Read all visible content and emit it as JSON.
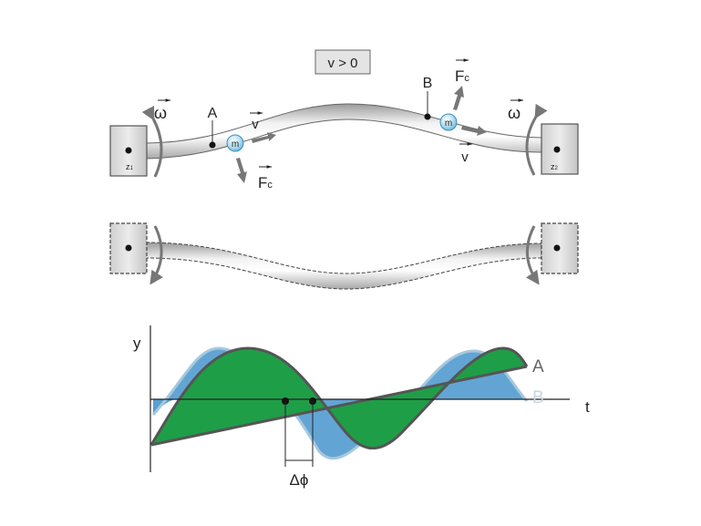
{
  "condition": "v > 0",
  "forces": {
    "coriolis": "F",
    "coriolis_sub": "c"
  },
  "rotation": {
    "omega": "ω"
  },
  "velocity": {
    "symbol": "v"
  },
  "mass": {
    "symbol": "m"
  },
  "points": {
    "a": "A",
    "b": "B"
  },
  "sensors": {
    "z1": "z",
    "z1_sub": "1",
    "z2": "z",
    "z2_sub": "2"
  },
  "graph": {
    "y_axis": "y",
    "t_axis": "t",
    "curve_a": "A",
    "curve_b": "B",
    "phase_shift": "Δϕ",
    "colors": {
      "a": "#1f9e48",
      "b": "#5aa0d2"
    }
  }
}
